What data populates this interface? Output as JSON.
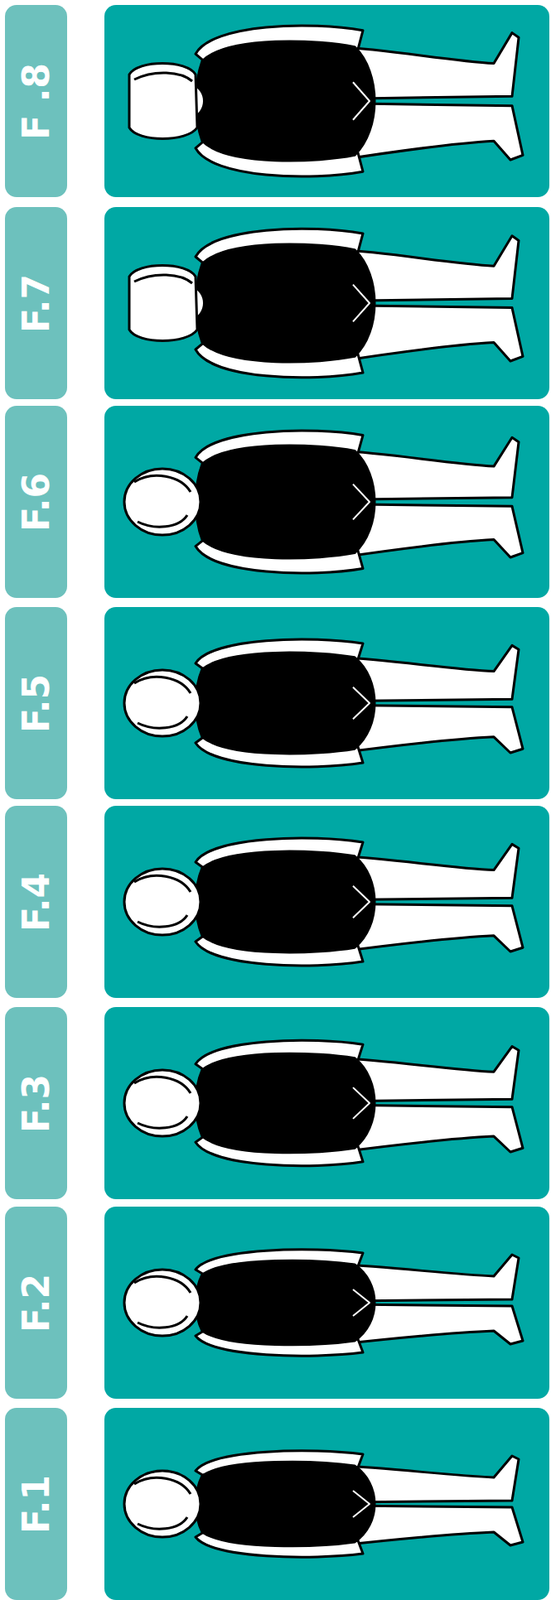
{
  "diagram": {
    "nodes": [
      {
        "text": [
          "F .8"
        ]
      },
      {
        "text": [
          "F.7"
        ]
      },
      {
        "text": [
          "F.6"
        ]
      },
      {
        "text": [
          "F.5"
        ]
      },
      {
        "text": [
          "F.4"
        ]
      },
      {
        "text": [
          "F.3"
        ]
      },
      {
        "text": [
          "F.2"
        ]
      },
      {
        "text": [
          "F.1"
        ]
      }
    ]
  }
}
